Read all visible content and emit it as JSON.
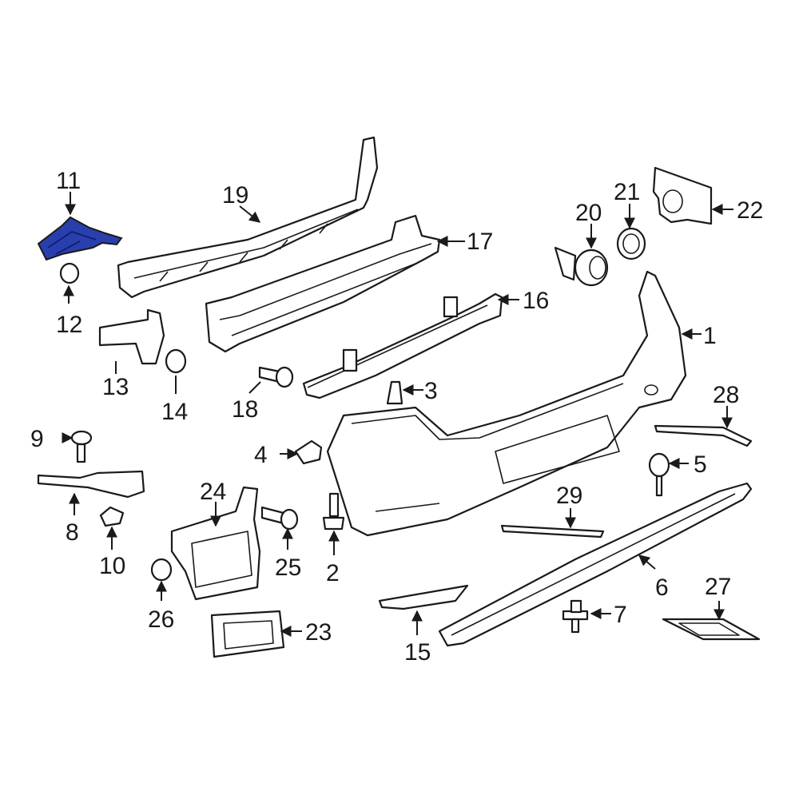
{
  "diagram": {
    "highlight_color": "#2a3fae",
    "callouts": {
      "c1": "1",
      "c2": "2",
      "c3": "3",
      "c4": "4",
      "c5": "5",
      "c6": "6",
      "c7": "7",
      "c8": "8",
      "c9": "9",
      "c10": "10",
      "c11": "11",
      "c12": "12",
      "c13": "13",
      "c14": "14",
      "c15": "15",
      "c16": "16",
      "c17": "17",
      "c18": "18",
      "c19": "19",
      "c20": "20",
      "c21": "21",
      "c22": "22",
      "c23": "23",
      "c24": "24",
      "c25": "25",
      "c26": "26",
      "c27": "27",
      "c28": "28",
      "c29": "29"
    }
  }
}
